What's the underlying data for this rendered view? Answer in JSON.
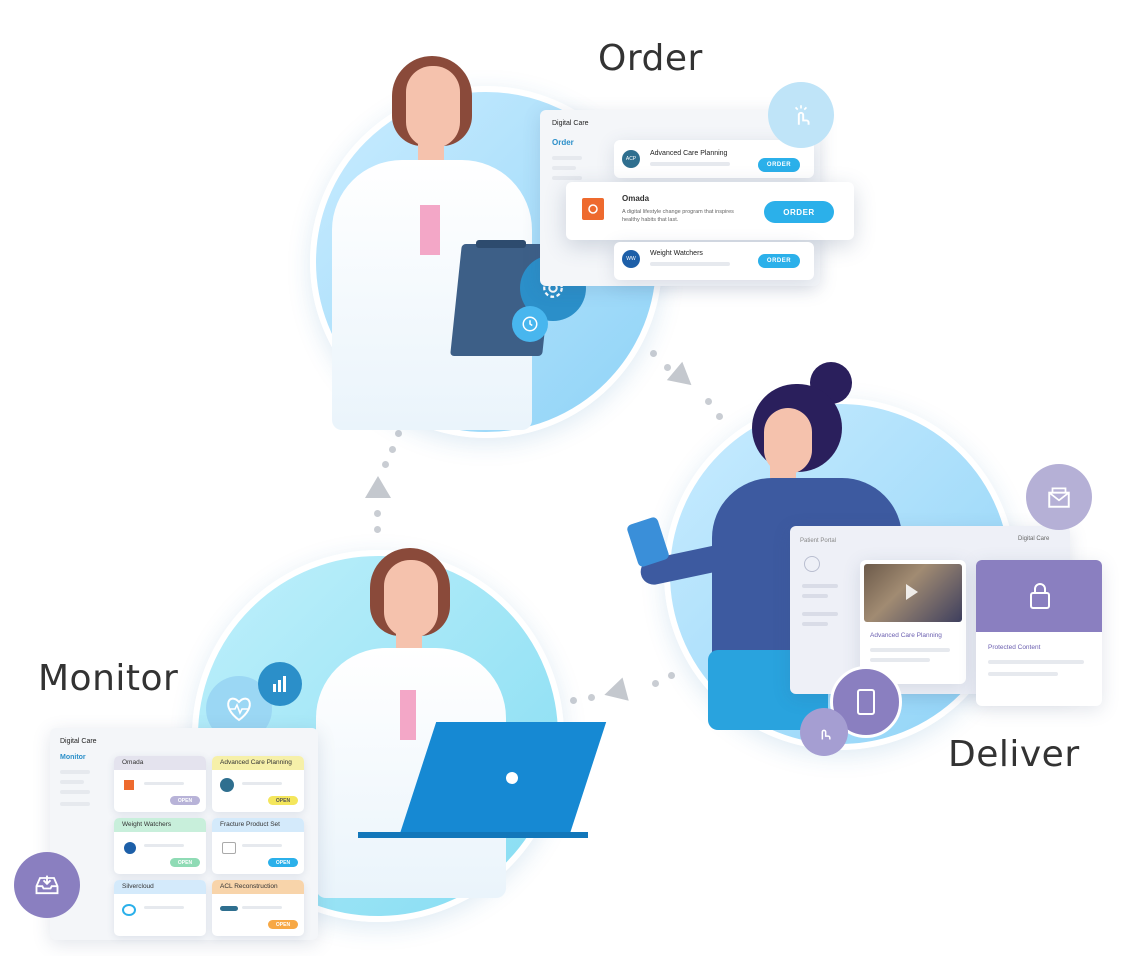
{
  "stages": {
    "order": "Order",
    "deliver": "Deliver",
    "monitor": "Monitor"
  },
  "colors": {
    "accent_blue": "#2bb0ea",
    "circle_light": "#a9defa",
    "purple": "#8a7fc0",
    "orange": "#ee6a2e"
  },
  "order_panel": {
    "brand": "Digital Care",
    "nav": "Order",
    "items": [
      {
        "name": "Advanced Care Planning",
        "logo": "ACP",
        "button": "ORDER"
      },
      {
        "name": "Omada",
        "logo": "O",
        "description": "A digital lifestyle change program that inspires healthy habits that last.",
        "button": "ORDER"
      },
      {
        "name": "Weight Watchers",
        "logo": "WW",
        "button": "ORDER"
      }
    ]
  },
  "deliver_panel": {
    "portal": "Patient Portal",
    "brand": "Digital Care",
    "video_title": "Advanced Care Planning",
    "protected": "Protected Content"
  },
  "monitor_panel": {
    "brand": "Digital Care",
    "nav": "Monitor",
    "tiles": [
      {
        "name": "Omada",
        "button": "OPEN"
      },
      {
        "name": "Advanced Care Planning",
        "button": "OPEN"
      },
      {
        "name": "Weight Watchers",
        "button": "OPEN"
      },
      {
        "name": "Fracture Product Set",
        "button": "OPEN"
      },
      {
        "name": "Silvercloud",
        "button": ""
      },
      {
        "name": "ACL Reconstruction",
        "button": "OPEN"
      }
    ]
  },
  "icons": [
    "touch-icon",
    "gear-sync-icon",
    "clock-icon",
    "mail-icon",
    "lock-icon",
    "tablet-icon",
    "heart-rate-icon",
    "bar-chart-icon",
    "inbox-download-icon",
    "tap-icon"
  ]
}
